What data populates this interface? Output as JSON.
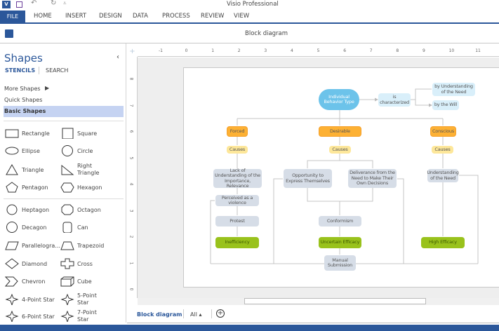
{
  "app": {
    "title": "Visio Professional",
    "document_title": "Block diagram"
  },
  "ribbon": {
    "file": "FILE",
    "tabs": [
      "HOME",
      "INSERT",
      "DESIGN",
      "DATA",
      "PROCESS",
      "REVIEW",
      "VIEW"
    ]
  },
  "shapes_panel": {
    "title": "Shapes",
    "tabs": [
      "STENCILS",
      "SEARCH"
    ],
    "more_shapes": "More Shapes",
    "quick_shapes": "Quick Shapes",
    "basic_shapes": "Basic Shapes",
    "shapes": [
      [
        "Rectangle",
        "Square"
      ],
      [
        "Ellipse",
        "Circle"
      ],
      [
        "Triangle",
        "Right Triangle"
      ],
      [
        "Pentagon",
        "Hexagon"
      ],
      [
        "Heptagon",
        "Octagon"
      ],
      [
        "Decagon",
        "Can"
      ],
      [
        "Parallelogra...",
        "Trapezoid"
      ],
      [
        "Diamond",
        "Cross"
      ],
      [
        "Chevron",
        "Cube"
      ],
      [
        "4-Point Star",
        "5-Point Star"
      ],
      [
        "6-Point Star",
        "7-Point Star"
      ]
    ]
  },
  "ruler": {
    "top": [
      "-1",
      "0",
      "1",
      "2",
      "3",
      "4",
      "5",
      "6",
      "7",
      "8",
      "9",
      "10",
      "11"
    ],
    "left": [
      "8",
      "7",
      "6",
      "5",
      "4",
      "3",
      "2",
      "1",
      "0"
    ]
  },
  "diagram": {
    "root": "Individual Behavior Type",
    "characterized": "is characterized",
    "by_understanding": "by Understanding of the Need",
    "by_will": "by the Will",
    "forced": "Forced",
    "desirable": "Desirable",
    "conscious": "Conscious",
    "causes": "Causes",
    "lack": "Lack of Understanding of the Importance, Relevance",
    "opportunity": "Opportunity to Express Themselves",
    "deliverance": "Deliverance from the Need to Make Their Own Decisions",
    "understanding": "Understanding of the Need",
    "perceived": "Perceived as a violence",
    "protest": "Protest",
    "inefficiency": "Inefficiency",
    "conformism": "Conformism",
    "uncertain": "Uncertain Efficacy",
    "manual": "Manual Submission",
    "high": "High Efficacy"
  },
  "bottom": {
    "page_tab": "Block diagram",
    "all": "All"
  },
  "colors": {
    "accent": "#2b579a",
    "root": "#6cc3ea",
    "orange": "#fdb134",
    "green": "#99c21c"
  }
}
